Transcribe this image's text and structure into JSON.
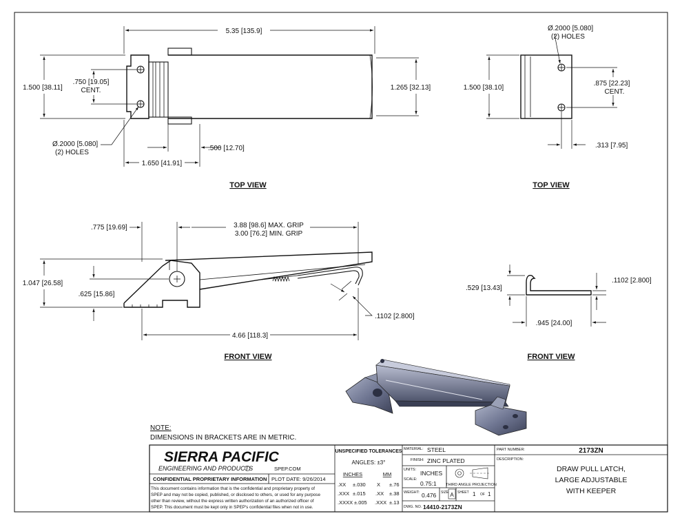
{
  "views": {
    "top_left": {
      "title": "TOP VIEW",
      "overall_length": "5.35 [135.9]",
      "overall_height": "1.500 [38.11]",
      "hole_spacing": ".750 [19.05]",
      "hole_spacing_note": "CENT.",
      "hole_dia": "Ø.2000 [5.080]",
      "hole_count": "(2) HOLES",
      "right_height": "1.265 [32.13]",
      "base_length": "1.650 [41.91]",
      "hinge_offset": ".500 [12.70]"
    },
    "top_right": {
      "title": "TOP VIEW",
      "hole_dia": "Ø.2000 [5.080]",
      "hole_count": "(2) HOLES",
      "height": "1.500 [38.10]",
      "hole_spacing": ".875 [22.23]",
      "hole_spacing_note": "CENT.",
      "edge_offset": ".313 [7.95]"
    },
    "front_left": {
      "title": "FRONT VIEW",
      "hinge_offset": ".775 [19.69]",
      "max_grip": "3.88 [98.6]  MAX. GRIP",
      "min_grip": "3.00 [76.2]  MIN.  GRIP",
      "height": "1.047 [26.58]",
      "pivot_height": ".625 [15.86]",
      "wire_dia": ".1102 [2.800]",
      "length": "4.66 [118.3]"
    },
    "front_right": {
      "title": "FRONT VIEW",
      "hook_height": ".529 [13.43]",
      "thickness": ".1102 [2.800]",
      "length": ".945 [24.00]"
    }
  },
  "note": {
    "heading": "NOTE:",
    "text": "DIMENSIONS IN BRACKETS ARE IN METRIC."
  },
  "title_block": {
    "company_name": "SIERRA PACIFIC",
    "company_sub": "ENGINEERING AND PRODUCTS",
    "website": "SPEP.COM",
    "confidential_heading": "CONFIDENTIAL PROPRIETARY INFORMATION",
    "plot_date": "PLOT DATE:  9/26/2014",
    "confidential_lines": [
      "This document contains information that is the confidential and proprietary property of",
      "SPEP and may not be copied, published, or disclosed to others, or used for any purpose",
      "other than review, without the express written authorization of an authorized officer of",
      "SPEP. This document must be kept only in SPEP's confidential files when not in use."
    ],
    "tolerances_heading": "UNSPECIFIED TOLERANCES",
    "angles": "ANGLES:  ±3°",
    "inches_heading": "INCHES",
    "mm_heading": "MM",
    "tolerance_rows": [
      {
        "in_fmt": ".XX",
        "in_tol": "±.030",
        "mm_fmt": "X",
        "mm_tol": "±.76"
      },
      {
        "in_fmt": ".XXX",
        "in_tol": "±.015",
        "mm_fmt": ".XX",
        "mm_tol": "±.38"
      },
      {
        "in_fmt": ".XXXX",
        "in_tol": "±.005",
        "mm_fmt": ".XXX",
        "mm_tol": "±.13"
      }
    ],
    "material_label": "MATERIAL:",
    "material": "STEEL",
    "finish_label": "FINISH:",
    "finish": "ZINC PLATED",
    "units_label": "UNITS:",
    "units": "INCHES",
    "projection": "THIRD ANGLE PROJECTION",
    "scale_label": "SCALE:",
    "scale": "0.75:1",
    "weight_label": "WEIGHT:",
    "weight": "0.476",
    "size_label": "SIZE",
    "size": "A",
    "sheet_label": "SHEET",
    "sheet_num": "1",
    "of_label": "OF",
    "sheet_total": "1",
    "dwg_label": "DWG. NO.",
    "dwg_no": "14410-2173ZN",
    "part_number_label": "PART NUMBER:",
    "part_number": "2173ZN",
    "description_label": "DESCRIPTION:",
    "description_lines": [
      "DRAW PULL LATCH,",
      "LARGE ADJUSTABLE",
      "WITH KEEPER"
    ]
  }
}
